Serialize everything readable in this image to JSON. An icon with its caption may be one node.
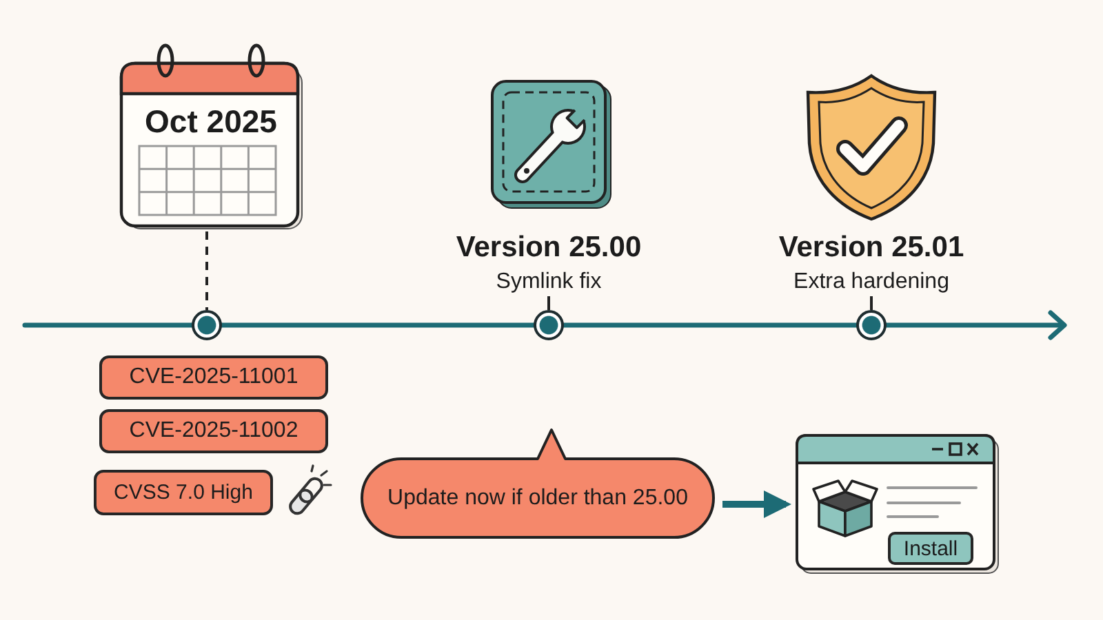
{
  "diagram": {
    "nodes": [
      {
        "text": [
          "Oct 2025"
        ]
      },
      {
        "text": [],
        "shape": "circle"
      },
      {
        "text": [
          "Version 25.00",
          "Symlink fix"
        ]
      },
      {
        "text": [],
        "shape": "circle"
      },
      {
        "text": [
          "Version 25.01",
          "Extra hardening"
        ]
      },
      {
        "text": [],
        "shape": "circle"
      },
      {
        "text": [
          "CVE-2025-11001"
        ]
      },
      {
        "text": [
          "CVE-2025-11002"
        ]
      },
      {
        "text": [
          "CVSS 7.0 High"
        ]
      },
      {
        "text": [
          "Update now if older than 25.00"
        ]
      },
      {
        "text": [
          "Install"
        ]
      }
    ],
    "edges": [
      {
        "from": 0,
        "to": 1,
        "arrow": "none",
        "style": "dashed"
      },
      {
        "from": 2,
        "to": 3,
        "arrow": "none"
      },
      {
        "from": 4,
        "to": 5,
        "arrow": "none"
      },
      {
        "from": 9,
        "to": 10,
        "arrow": "to",
        "style": "thick",
        "color": "#1d6b75"
      }
    ]
  }
}
